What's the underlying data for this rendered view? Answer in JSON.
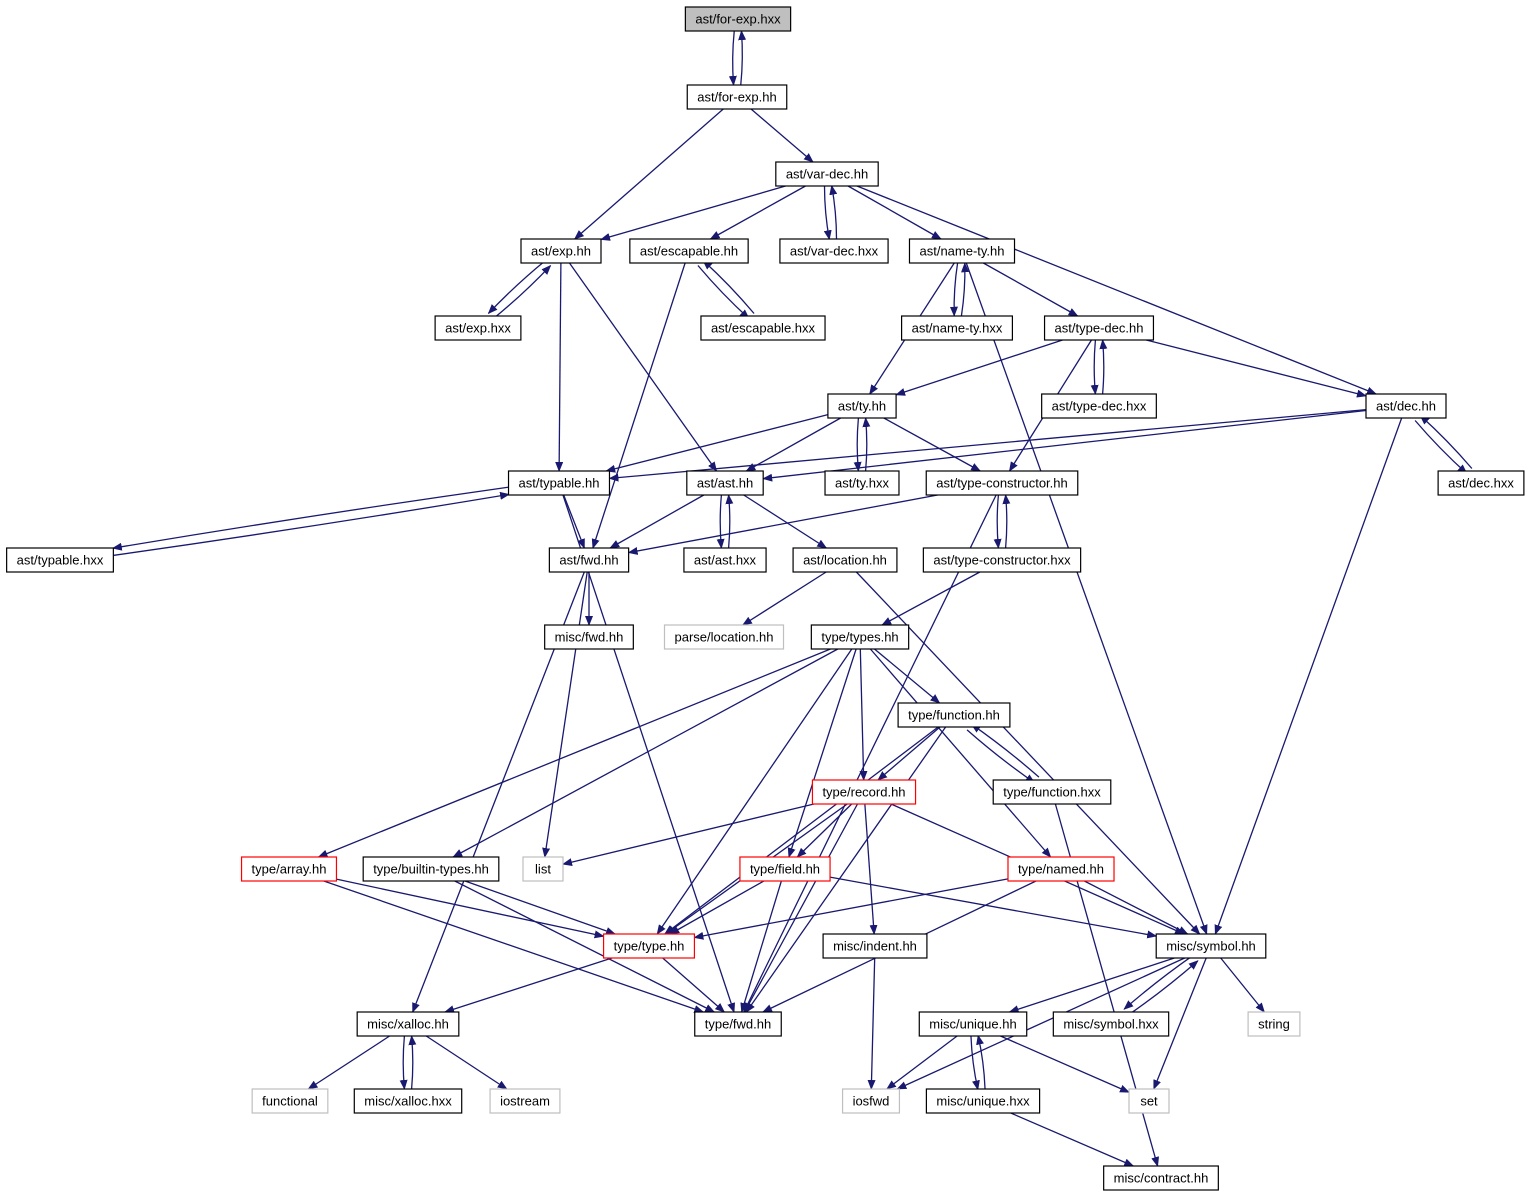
{
  "colors": {
    "edge": "#191970",
    "node_border": "#000000",
    "node_border_incomplete": "#ff0000",
    "node_border_system": "#bfbfbf",
    "root_fill": "#bfbfbf",
    "node_fill": "#ffffff"
  },
  "graph": {
    "nodes": [
      {
        "id": "ast-for-exp-hxx",
        "label": "ast/for-exp.hxx",
        "kind": "root"
      },
      {
        "id": "ast-for-exp-hh",
        "label": "ast/for-exp.hh",
        "kind": "normal"
      },
      {
        "id": "ast-var-dec-hh",
        "label": "ast/var-dec.hh",
        "kind": "normal"
      },
      {
        "id": "ast-exp-hh",
        "label": "ast/exp.hh",
        "kind": "normal"
      },
      {
        "id": "ast-escapable-hh",
        "label": "ast/escapable.hh",
        "kind": "normal"
      },
      {
        "id": "ast-var-dec-hxx",
        "label": "ast/var-dec.hxx",
        "kind": "normal"
      },
      {
        "id": "ast-name-ty-hh",
        "label": "ast/name-ty.hh",
        "kind": "normal"
      },
      {
        "id": "ast-exp-hxx",
        "label": "ast/exp.hxx",
        "kind": "normal"
      },
      {
        "id": "ast-escapable-hxx",
        "label": "ast/escapable.hxx",
        "kind": "normal"
      },
      {
        "id": "ast-name-ty-hxx",
        "label": "ast/name-ty.hxx",
        "kind": "normal"
      },
      {
        "id": "ast-type-dec-hh",
        "label": "ast/type-dec.hh",
        "kind": "normal"
      },
      {
        "id": "ast-ty-hh",
        "label": "ast/ty.hh",
        "kind": "normal"
      },
      {
        "id": "ast-type-dec-hxx",
        "label": "ast/type-dec.hxx",
        "kind": "normal"
      },
      {
        "id": "ast-dec-hh",
        "label": "ast/dec.hh",
        "kind": "normal"
      },
      {
        "id": "ast-typable-hh",
        "label": "ast/typable.hh",
        "kind": "normal"
      },
      {
        "id": "ast-ast-hh",
        "label": "ast/ast.hh",
        "kind": "normal"
      },
      {
        "id": "ast-ty-hxx",
        "label": "ast/ty.hxx",
        "kind": "normal"
      },
      {
        "id": "ast-type-constructor-hh",
        "label": "ast/type-constructor.hh",
        "kind": "normal"
      },
      {
        "id": "ast-dec-hxx",
        "label": "ast/dec.hxx",
        "kind": "normal"
      },
      {
        "id": "ast-typable-hxx",
        "label": "ast/typable.hxx",
        "kind": "normal"
      },
      {
        "id": "ast-fwd-hh",
        "label": "ast/fwd.hh",
        "kind": "normal"
      },
      {
        "id": "ast-ast-hxx",
        "label": "ast/ast.hxx",
        "kind": "normal"
      },
      {
        "id": "ast-location-hh",
        "label": "ast/location.hh",
        "kind": "normal"
      },
      {
        "id": "ast-type-constructor-hxx",
        "label": "ast/type-constructor.hxx",
        "kind": "normal"
      },
      {
        "id": "misc-fwd-hh",
        "label": "misc/fwd.hh",
        "kind": "normal"
      },
      {
        "id": "parse-location-hh",
        "label": "parse/location.hh",
        "kind": "system"
      },
      {
        "id": "type-types-hh",
        "label": "type/types.hh",
        "kind": "normal"
      },
      {
        "id": "type-function-hh",
        "label": "type/function.hh",
        "kind": "normal"
      },
      {
        "id": "type-record-hh",
        "label": "type/record.hh",
        "kind": "incomplete"
      },
      {
        "id": "type-function-hxx",
        "label": "type/function.hxx",
        "kind": "normal"
      },
      {
        "id": "type-array-hh",
        "label": "type/array.hh",
        "kind": "incomplete"
      },
      {
        "id": "type-builtin-types-hh",
        "label": "type/builtin-types.hh",
        "kind": "normal"
      },
      {
        "id": "list",
        "label": "list",
        "kind": "system"
      },
      {
        "id": "type-field-hh",
        "label": "type/field.hh",
        "kind": "incomplete"
      },
      {
        "id": "type-named-hh",
        "label": "type/named.hh",
        "kind": "incomplete"
      },
      {
        "id": "type-type-hh",
        "label": "type/type.hh",
        "kind": "incomplete"
      },
      {
        "id": "misc-indent-hh",
        "label": "misc/indent.hh",
        "kind": "normal"
      },
      {
        "id": "misc-symbol-hh",
        "label": "misc/symbol.hh",
        "kind": "normal"
      },
      {
        "id": "misc-xalloc-hh",
        "label": "misc/xalloc.hh",
        "kind": "normal"
      },
      {
        "id": "type-fwd-hh",
        "label": "type/fwd.hh",
        "kind": "normal"
      },
      {
        "id": "misc-unique-hh",
        "label": "misc/unique.hh",
        "kind": "normal"
      },
      {
        "id": "misc-symbol-hxx",
        "label": "misc/symbol.hxx",
        "kind": "normal"
      },
      {
        "id": "string",
        "label": "string",
        "kind": "system"
      },
      {
        "id": "functional",
        "label": "functional",
        "kind": "system"
      },
      {
        "id": "misc-xalloc-hxx",
        "label": "misc/xalloc.hxx",
        "kind": "normal"
      },
      {
        "id": "iostream",
        "label": "iostream",
        "kind": "system"
      },
      {
        "id": "iosfwd",
        "label": "iosfwd",
        "kind": "system"
      },
      {
        "id": "misc-unique-hxx",
        "label": "misc/unique.hxx",
        "kind": "normal"
      },
      {
        "id": "set",
        "label": "set",
        "kind": "system"
      },
      {
        "id": "misc-contract-hh",
        "label": "misc/contract.hh",
        "kind": "normal"
      }
    ],
    "edges": [
      [
        "ast-for-exp-hxx",
        "ast-for-exp-hh"
      ],
      [
        "ast-for-exp-hh",
        "ast-for-exp-hxx"
      ],
      [
        "ast-for-exp-hh",
        "ast-exp-hh"
      ],
      [
        "ast-for-exp-hh",
        "ast-var-dec-hh"
      ],
      [
        "ast-var-dec-hh",
        "ast-exp-hh"
      ],
      [
        "ast-var-dec-hh",
        "ast-escapable-hh"
      ],
      [
        "ast-var-dec-hh",
        "ast-var-dec-hxx"
      ],
      [
        "ast-var-dec-hxx",
        "ast-var-dec-hh"
      ],
      [
        "ast-var-dec-hh",
        "ast-name-ty-hh"
      ],
      [
        "ast-var-dec-hh",
        "ast-dec-hh"
      ],
      [
        "ast-exp-hh",
        "ast-exp-hxx"
      ],
      [
        "ast-exp-hxx",
        "ast-exp-hh"
      ],
      [
        "ast-exp-hh",
        "ast-typable-hh"
      ],
      [
        "ast-exp-hh",
        "ast-ast-hh"
      ],
      [
        "ast-escapable-hh",
        "ast-escapable-hxx"
      ],
      [
        "ast-escapable-hxx",
        "ast-escapable-hh"
      ],
      [
        "ast-escapable-hh",
        "ast-fwd-hh"
      ],
      [
        "ast-name-ty-hh",
        "ast-name-ty-hxx"
      ],
      [
        "ast-name-ty-hxx",
        "ast-name-ty-hh"
      ],
      [
        "ast-name-ty-hh",
        "ast-type-dec-hh"
      ],
      [
        "ast-name-ty-hh",
        "ast-ty-hh"
      ],
      [
        "ast-name-ty-hh",
        "misc-symbol-hh"
      ],
      [
        "ast-type-dec-hh",
        "ast-type-dec-hxx"
      ],
      [
        "ast-type-dec-hxx",
        "ast-type-dec-hh"
      ],
      [
        "ast-type-dec-hh",
        "ast-ty-hh"
      ],
      [
        "ast-type-dec-hh",
        "ast-dec-hh"
      ],
      [
        "ast-type-dec-hh",
        "ast-type-constructor-hh"
      ],
      [
        "ast-ty-hh",
        "ast-typable-hh"
      ],
      [
        "ast-ty-hh",
        "ast-ast-hh"
      ],
      [
        "ast-ty-hh",
        "ast-ty-hxx"
      ],
      [
        "ast-ty-hxx",
        "ast-ty-hh"
      ],
      [
        "ast-ty-hh",
        "ast-type-constructor-hh"
      ],
      [
        "ast-dec-hh",
        "ast-typable-hh"
      ],
      [
        "ast-dec-hh",
        "ast-ast-hh"
      ],
      [
        "ast-dec-hh",
        "ast-dec-hxx"
      ],
      [
        "ast-dec-hxx",
        "ast-dec-hh"
      ],
      [
        "ast-dec-hh",
        "misc-symbol-hh"
      ],
      [
        "ast-typable-hh",
        "ast-typable-hxx"
      ],
      [
        "ast-typable-hxx",
        "ast-typable-hh"
      ],
      [
        "ast-typable-hh",
        "ast-fwd-hh"
      ],
      [
        "ast-typable-hh",
        "type-fwd-hh"
      ],
      [
        "ast-ast-hh",
        "ast-fwd-hh"
      ],
      [
        "ast-ast-hh",
        "ast-ast-hxx"
      ],
      [
        "ast-ast-hxx",
        "ast-ast-hh"
      ],
      [
        "ast-ast-hh",
        "ast-location-hh"
      ],
      [
        "ast-type-constructor-hh",
        "ast-fwd-hh"
      ],
      [
        "ast-type-constructor-hh",
        "ast-type-constructor-hxx"
      ],
      [
        "ast-type-constructor-hxx",
        "ast-type-constructor-hh"
      ],
      [
        "ast-type-constructor-hh",
        "type-fwd-hh"
      ],
      [
        "ast-type-constructor-hxx",
        "type-types-hh"
      ],
      [
        "ast-fwd-hh",
        "misc-fwd-hh"
      ],
      [
        "ast-fwd-hh",
        "list"
      ],
      [
        "ast-fwd-hh",
        "misc-xalloc-hh"
      ],
      [
        "ast-location-hh",
        "parse-location-hh"
      ],
      [
        "ast-location-hh",
        "misc-symbol-hh"
      ],
      [
        "type-types-hh",
        "type-array-hh"
      ],
      [
        "type-types-hh",
        "type-builtin-types-hh"
      ],
      [
        "type-types-hh",
        "type-type-hh"
      ],
      [
        "type-types-hh",
        "type-field-hh"
      ],
      [
        "type-types-hh",
        "type-record-hh"
      ],
      [
        "type-types-hh",
        "type-function-hh"
      ],
      [
        "type-types-hh",
        "type-named-hh"
      ],
      [
        "type-function-hh",
        "type-record-hh"
      ],
      [
        "type-function-hh",
        "type-function-hxx"
      ],
      [
        "type-function-hxx",
        "type-function-hh"
      ],
      [
        "type-function-hh",
        "type-type-hh"
      ],
      [
        "type-function-hh",
        "type-fwd-hh"
      ],
      [
        "type-function-hxx",
        "misc-contract-hh"
      ],
      [
        "type-record-hh",
        "list"
      ],
      [
        "type-record-hh",
        "type-field-hh"
      ],
      [
        "type-record-hh",
        "type-type-hh"
      ],
      [
        "type-record-hh",
        "misc-indent-hh"
      ],
      [
        "type-record-hh",
        "type-fwd-hh"
      ],
      [
        "type-record-hh",
        "misc-symbol-hh"
      ],
      [
        "type-array-hh",
        "type-type-hh"
      ],
      [
        "type-array-hh",
        "type-fwd-hh"
      ],
      [
        "type-builtin-types-hh",
        "type-type-hh"
      ],
      [
        "type-builtin-types-hh",
        "type-fwd-hh"
      ],
      [
        "type-field-hh",
        "type-type-hh"
      ],
      [
        "type-field-hh",
        "type-fwd-hh"
      ],
      [
        "type-field-hh",
        "misc-symbol-hh"
      ],
      [
        "type-named-hh",
        "type-type-hh"
      ],
      [
        "type-named-hh",
        "type-fwd-hh"
      ],
      [
        "type-named-hh",
        "misc-symbol-hh"
      ],
      [
        "type-type-hh",
        "type-fwd-hh"
      ],
      [
        "type-type-hh",
        "misc-xalloc-hh"
      ],
      [
        "misc-indent-hh",
        "iosfwd"
      ],
      [
        "misc-symbol-hh",
        "misc-symbol-hxx"
      ],
      [
        "misc-symbol-hxx",
        "misc-symbol-hh"
      ],
      [
        "misc-symbol-hh",
        "string"
      ],
      [
        "misc-symbol-hh",
        "set"
      ],
      [
        "misc-symbol-hh",
        "iosfwd"
      ],
      [
        "misc-symbol-hh",
        "misc-unique-hh"
      ],
      [
        "misc-unique-hh",
        "misc-unique-hxx"
      ],
      [
        "misc-unique-hxx",
        "misc-unique-hh"
      ],
      [
        "misc-unique-hh",
        "iosfwd"
      ],
      [
        "misc-unique-hh",
        "set"
      ],
      [
        "misc-unique-hxx",
        "misc-contract-hh"
      ],
      [
        "misc-xalloc-hh",
        "functional"
      ],
      [
        "misc-xalloc-hh",
        "misc-xalloc-hxx"
      ],
      [
        "misc-xalloc-hxx",
        "misc-xalloc-hh"
      ],
      [
        "misc-xalloc-hh",
        "iostream"
      ]
    ]
  }
}
